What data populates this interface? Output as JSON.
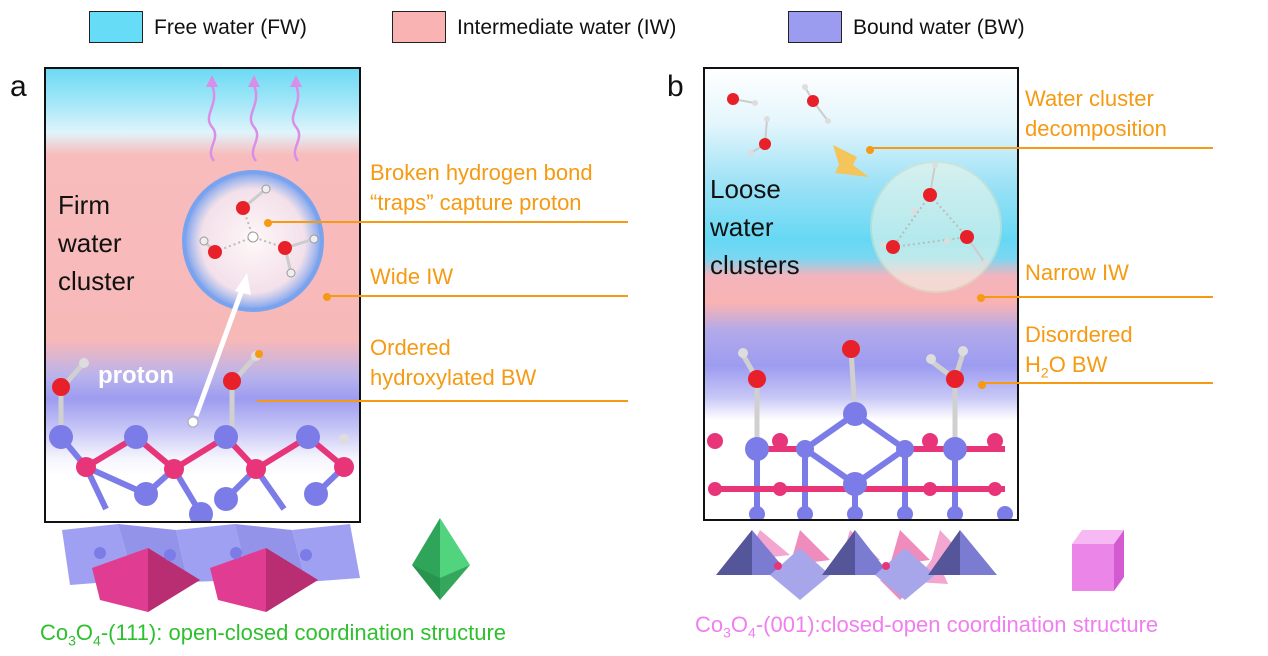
{
  "legend": {
    "free_water": {
      "label": "Free water (FW)",
      "color": "#66dcf6"
    },
    "intermediate_water": {
      "label": "Intermediate water (IW)",
      "color": "#f9b3b3"
    },
    "bound_water": {
      "label": "Bound water (BW)",
      "color": "#9b9cf0"
    }
  },
  "panel_a": {
    "letter": "a",
    "cluster_label": [
      "Firm",
      "water",
      "cluster"
    ],
    "proton_label": "proton",
    "annotations": {
      "broken_bond": [
        "Broken hydrogen bond",
        "“traps” capture proton"
      ],
      "wide_iw": "Wide IW",
      "ordered_bw": [
        "Ordered",
        "hydroxylated BW"
      ]
    },
    "caption": {
      "co": "Co",
      "sub3": "3",
      "o": "O",
      "sub4": "4",
      "rest": "-(111): open-closed coordination structure"
    },
    "caption_color": "#2ec02e"
  },
  "panel_b": {
    "letter": "b",
    "cluster_label": [
      "Loose",
      "water",
      "clusters"
    ],
    "annotations": {
      "decomposition": [
        "Water cluster",
        "decomposition"
      ],
      "narrow_iw": "Narrow IW",
      "disordered_bw": {
        "line1": "Disordered",
        "h": "H",
        "sub2": "2",
        "rest": "O BW"
      }
    },
    "caption": {
      "co": "Co",
      "sub3": "3",
      "o": "O",
      "sub4": "4",
      "rest": "-(001):closed-open coordination structure"
    },
    "caption_color": "#f07ef0"
  },
  "colors": {
    "annotation": "#f59a12",
    "oxygen": "#e8202a",
    "cobalt_oct": "#e8357a",
    "cobalt_tet": "#7c7ce8"
  }
}
